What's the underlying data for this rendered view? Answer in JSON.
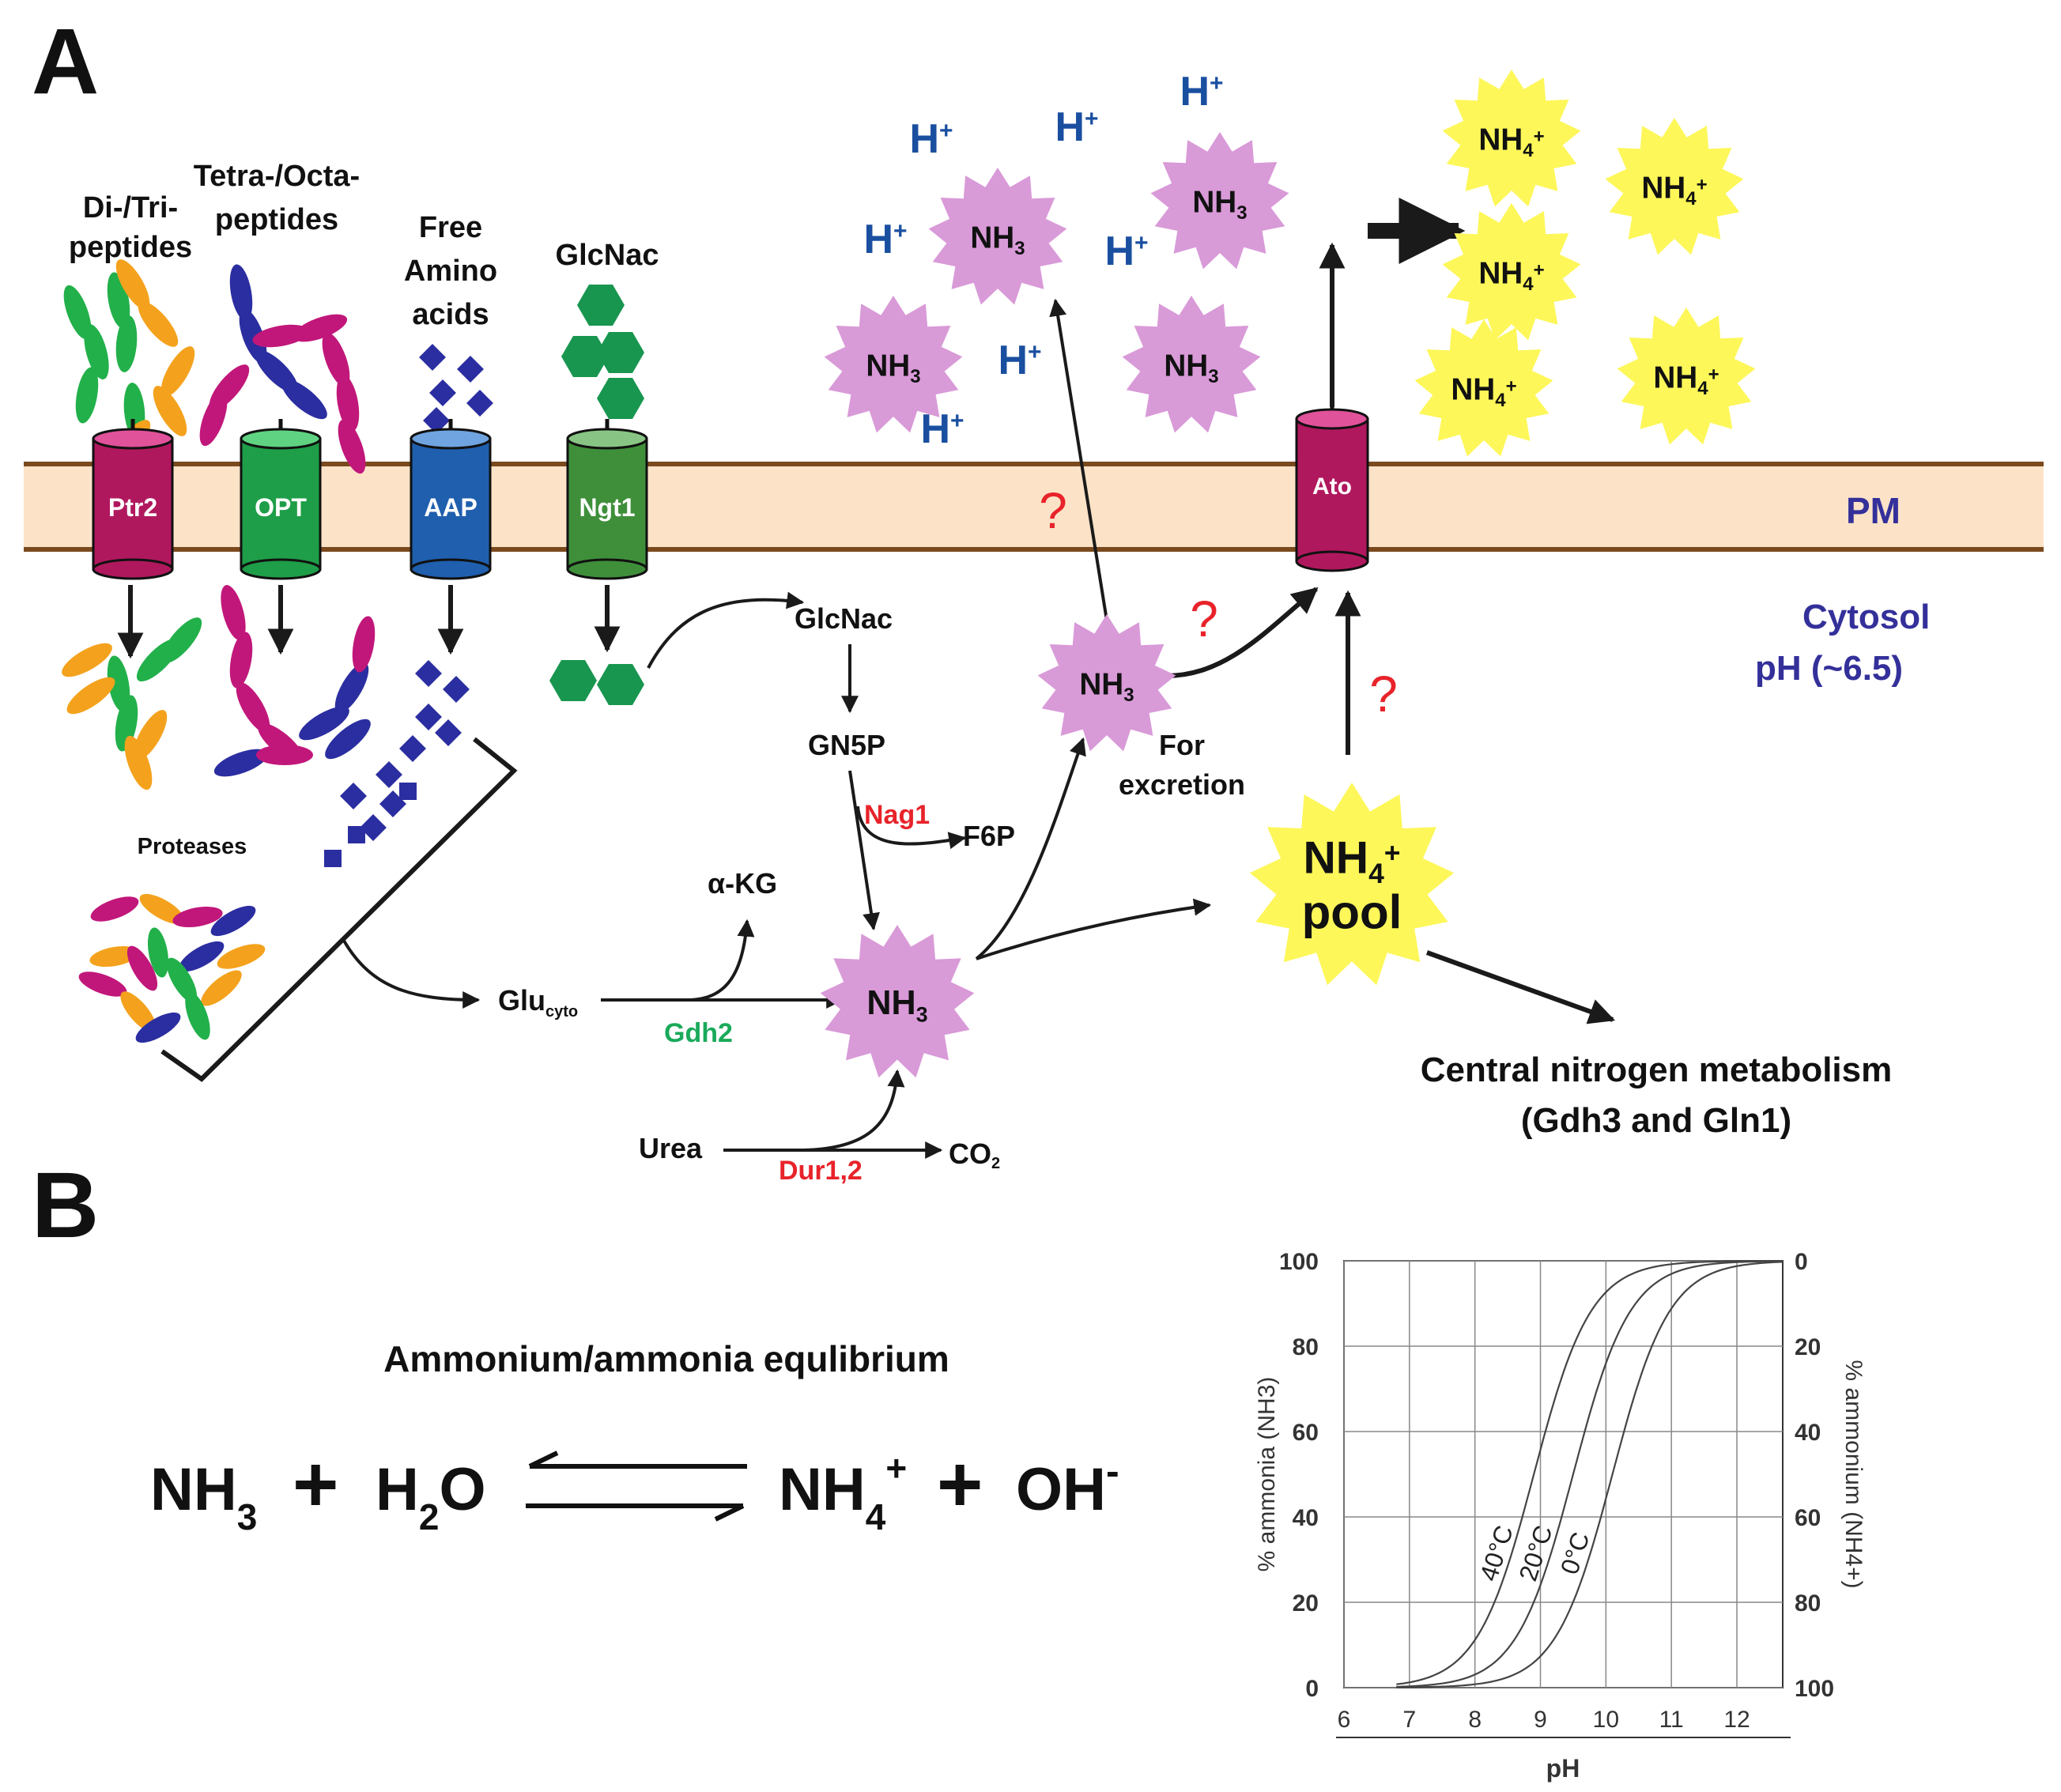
{
  "panel_a": {
    "label": "A",
    "membrane_label": "PM",
    "cytosol_label": "Cytosol",
    "cytosol_ph": "pH (~6.5)",
    "substrates": {
      "di_tri_1": "Di-/Tri-",
      "di_tri_2": "peptides",
      "tetra_octa_1": "Tetra-/Octa-",
      "tetra_octa_2": "peptides",
      "free_aa_1": "Free",
      "free_aa_2": "Amino",
      "free_aa_3": "acids",
      "glcnac": "GlcNac"
    },
    "transporters": {
      "ptr2": "Ptr2",
      "opt": "OPT",
      "aap": "AAP",
      "ngt1": "Ngt1",
      "ato": "Ato"
    },
    "proteases": "Proteases",
    "metabolites": {
      "glcnac": "GlcNac",
      "gn5p": "GN5P",
      "f6p": "F6P",
      "akg": "α-KG",
      "glu": "Glu",
      "glu_sub": "cyto",
      "urea": "Urea",
      "co2": "CO",
      "co2_sub": "2",
      "nh3": "NH",
      "nh3_sub": "3",
      "nh4": "NH",
      "nh4_sub": "4",
      "nh4_sup": "+",
      "hplus": "H",
      "hplus_sup": "+",
      "pool": "pool"
    },
    "enzymes": {
      "nag1": "Nag1",
      "gdh2": "Gdh2",
      "dur": "Dur1,2"
    },
    "question_mark": "?",
    "for_excretion_1": "For",
    "for_excretion_2": "excretion",
    "central_1": "Central nitrogen metabolism",
    "central_2": "(Gdh3 and Gln1)",
    "colors": {
      "membrane_fill": "#fce3c8",
      "membrane_line": "#7a4a1e",
      "ptr2": "#b0185e",
      "opt": "#1e9e48",
      "aap": "#1f5fae",
      "ngt1": "#3f8f3a",
      "ato": "#b0185e",
      "nh3_star": "#d99ad8",
      "nh4_star": "#fdf75a",
      "proton": "#1a4fa0",
      "enzyme_red": "#e8232a",
      "enzyme_green": "#1aaa5a",
      "label_blue": "#34309a"
    }
  },
  "panel_b": {
    "label": "B",
    "equilibrium_title": "Ammonium/ammonia equlibrium",
    "equation": {
      "nh": "NH",
      "sub3": "3",
      "plus": "+",
      "h": "H",
      "sub2": "2",
      "o": "O",
      "sub4": "4",
      "sup_plus": "+",
      "oh": "OH",
      "sup_minus": "-"
    }
  },
  "chart_data": {
    "type": "line",
    "xlabel": "pH",
    "ylabel_left": "% ammonia (NH3)",
    "ylabel_right": "% ammonium (NH4+)",
    "xlim": [
      6,
      12.7
    ],
    "ylim": [
      0,
      100
    ],
    "x_ticks": [
      "6",
      "7",
      "8",
      "9",
      "10",
      "11",
      "12"
    ],
    "y_ticks_left": [
      "0",
      "20",
      "40",
      "60",
      "80",
      "100"
    ],
    "y_ticks_right": [
      "100",
      "80",
      "60",
      "40",
      "20",
      "0"
    ],
    "grid": true,
    "series": [
      {
        "name": "40°C",
        "pka": 8.9
      },
      {
        "name": "20°C",
        "pka": 9.5
      },
      {
        "name": "0°C",
        "pka": 10.1
      }
    ]
  }
}
